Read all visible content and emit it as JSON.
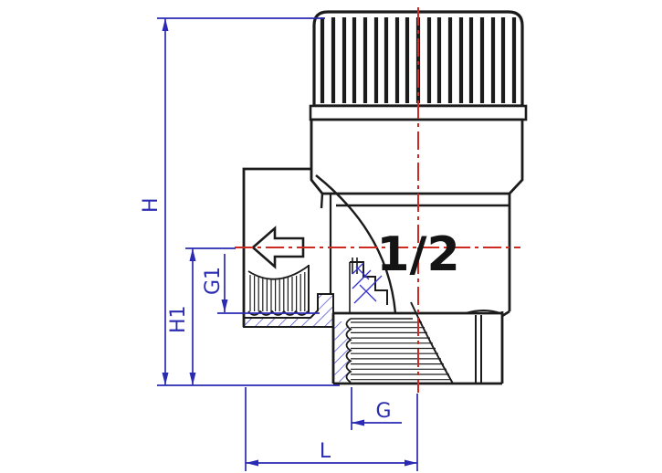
{
  "drawing": {
    "size_marking": "1/2",
    "dimension_labels": {
      "h": "H",
      "h1": "H1",
      "g1": "G1",
      "g": "G",
      "l": "L"
    }
  },
  "colors": {
    "background": "#ffffff",
    "outline": "#1b1b1b",
    "dimension": "#2a2ab2",
    "centerline": "#cd2a21",
    "hatch": "#3333cc"
  }
}
